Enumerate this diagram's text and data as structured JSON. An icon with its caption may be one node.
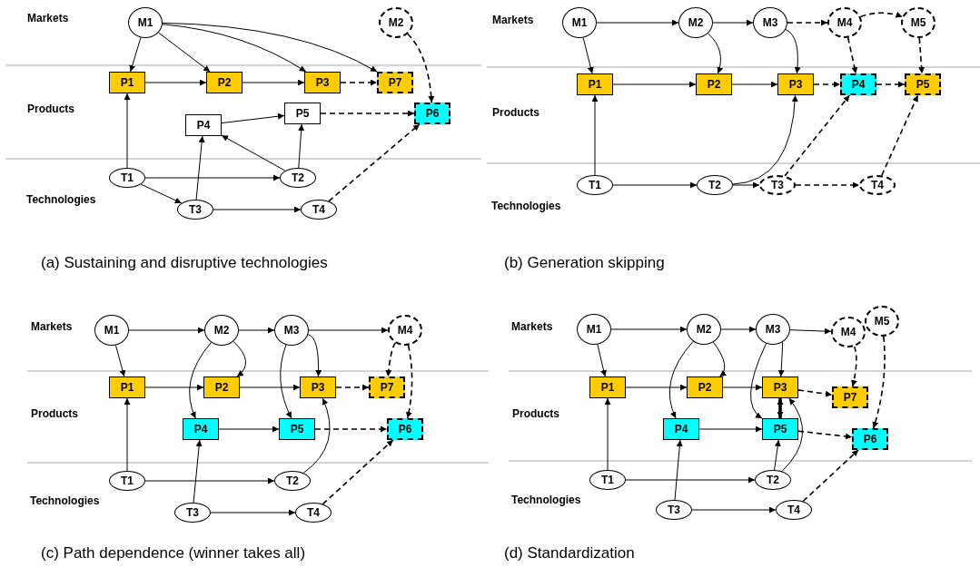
{
  "diagram": {
    "nodes": [
      {
        "text": [
          "M1"
        ]
      },
      {
        "text": [
          "M2"
        ]
      },
      {
        "text": [
          "P1"
        ]
      },
      {
        "text": [
          "P2"
        ]
      },
      {
        "text": [
          "P3"
        ]
      },
      {
        "text": [
          "P7"
        ]
      },
      {
        "text": [
          "P4"
        ]
      },
      {
        "text": [
          "P5"
        ]
      },
      {
        "text": [
          "P6"
        ]
      },
      {
        "text": [
          "T1"
        ]
      },
      {
        "text": [
          "T2"
        ]
      },
      {
        "text": [
          "T3"
        ]
      },
      {
        "text": [
          "T4"
        ]
      },
      {
        "text": [
          "M1"
        ]
      },
      {
        "text": [
          "M2"
        ]
      },
      {
        "text": [
          "M3"
        ]
      },
      {
        "text": [
          "M4"
        ]
      },
      {
        "text": [
          "M5"
        ]
      },
      {
        "text": [
          "P1"
        ]
      },
      {
        "text": [
          "P2"
        ]
      },
      {
        "text": [
          "P3"
        ]
      },
      {
        "text": [
          "P4"
        ]
      },
      {
        "text": [
          "P5"
        ]
      },
      {
        "text": [
          "T1"
        ]
      },
      {
        "text": [
          "T2"
        ]
      },
      {
        "text": [
          "T3"
        ]
      },
      {
        "text": [
          "T4"
        ]
      },
      {
        "text": [
          "M1"
        ]
      },
      {
        "text": [
          "M2"
        ]
      },
      {
        "text": [
          "M3"
        ]
      },
      {
        "text": [
          "M4"
        ]
      },
      {
        "text": [
          "P1"
        ]
      },
      {
        "text": [
          "P2"
        ]
      },
      {
        "text": [
          "P3"
        ]
      },
      {
        "text": [
          "P7"
        ]
      },
      {
        "text": [
          "P4"
        ]
      },
      {
        "text": [
          "P5"
        ]
      },
      {
        "text": [
          "P6"
        ]
      },
      {
        "text": [
          "T1"
        ]
      },
      {
        "text": [
          "T2"
        ]
      },
      {
        "text": [
          "T3"
        ]
      },
      {
        "text": [
          "T4"
        ]
      },
      {
        "text": [
          "M1"
        ]
      },
      {
        "text": [
          "M2"
        ]
      },
      {
        "text": [
          "M3"
        ]
      },
      {
        "text": [
          "M4"
        ]
      },
      {
        "text": [
          "M5"
        ]
      },
      {
        "text": [
          "P1"
        ]
      },
      {
        "text": [
          "P2"
        ]
      },
      {
        "text": [
          "P3"
        ]
      },
      {
        "text": [
          "P7"
        ]
      },
      {
        "text": [
          "P4"
        ]
      },
      {
        "text": [
          "P5"
        ]
      },
      {
        "text": [
          "P6"
        ]
      },
      {
        "text": [
          "T1"
        ]
      },
      {
        "text": [
          "T2"
        ]
      },
      {
        "text": [
          "T3"
        ]
      },
      {
        "text": [
          "T4"
        ]
      }
    ],
    "edges": [
      {
        "from": 0,
        "to": 2,
        "arrow": "to"
      },
      {
        "from": 0,
        "to": 3,
        "arrow": "to"
      },
      {
        "from": 0,
        "to": 4,
        "arrow": "to"
      },
      {
        "from": 0,
        "to": 5,
        "arrow": "to"
      },
      {
        "from": 1,
        "to": 8,
        "arrow": "to",
        "style": "dashed"
      },
      {
        "from": 2,
        "to": 3,
        "arrow": "to"
      },
      {
        "from": 3,
        "to": 4,
        "arrow": "to"
      },
      {
        "from": 4,
        "to": 5,
        "arrow": "to",
        "style": "dashed"
      },
      {
        "from": 6,
        "to": 7,
        "arrow": "to"
      },
      {
        "from": 7,
        "to": 8,
        "arrow": "to",
        "style": "dashed"
      },
      {
        "from": 9,
        "to": 2,
        "arrow": "to"
      },
      {
        "from": 9,
        "to": 10,
        "arrow": "to"
      },
      {
        "from": 9,
        "to": 11,
        "arrow": "to"
      },
      {
        "from": 11,
        "to": 6,
        "arrow": "to"
      },
      {
        "from": 10,
        "to": 6,
        "arrow": "to"
      },
      {
        "from": 10,
        "to": 7,
        "arrow": "to"
      },
      {
        "from": 11,
        "to": 12,
        "arrow": "to"
      },
      {
        "from": 12,
        "to": 8,
        "arrow": "to",
        "style": "dashed"
      },
      {
        "from": 13,
        "to": 14,
        "arrow": "to"
      },
      {
        "from": 14,
        "to": 15,
        "arrow": "to"
      },
      {
        "from": 15,
        "to": 16,
        "arrow": "to",
        "style": "dashed"
      },
      {
        "from": 16,
        "to": 17,
        "arrow": "to",
        "style": "dashed"
      },
      {
        "from": 13,
        "to": 18,
        "arrow": "to"
      },
      {
        "from": 14,
        "to": 19,
        "arrow": "to"
      },
      {
        "from": 15,
        "to": 20,
        "arrow": "to"
      },
      {
        "from": 16,
        "to": 21,
        "arrow": "to",
        "style": "dashed"
      },
      {
        "from": 17,
        "to": 22,
        "arrow": "to",
        "style": "dashed"
      },
      {
        "from": 18,
        "to": 19,
        "arrow": "to"
      },
      {
        "from": 19,
        "to": 20,
        "arrow": "to"
      },
      {
        "from": 20,
        "to": 21,
        "arrow": "to",
        "style": "dashed"
      },
      {
        "from": 21,
        "to": 22,
        "arrow": "to",
        "style": "dashed"
      },
      {
        "from": 23,
        "to": 18,
        "arrow": "to"
      },
      {
        "from": 23,
        "to": 24,
        "arrow": "to"
      },
      {
        "from": 24,
        "to": 25,
        "arrow": "to"
      },
      {
        "from": 24,
        "to": 20,
        "arrow": "to"
      },
      {
        "from": 25,
        "to": 26,
        "arrow": "to",
        "style": "dashed"
      },
      {
        "from": 25,
        "to": 21,
        "arrow": "to",
        "style": "dashed"
      },
      {
        "from": 26,
        "to": 22,
        "arrow": "to",
        "style": "dashed"
      },
      {
        "from": 27,
        "to": 28,
        "arrow": "to"
      },
      {
        "from": 28,
        "to": 29,
        "arrow": "to"
      },
      {
        "from": 29,
        "to": 30,
        "arrow": "to"
      },
      {
        "from": 27,
        "to": 31,
        "arrow": "to"
      },
      {
        "from": 28,
        "to": 32,
        "arrow": "to"
      },
      {
        "from": 28,
        "to": 35,
        "arrow": "to"
      },
      {
        "from": 29,
        "to": 33,
        "arrow": "to"
      },
      {
        "from": 29,
        "to": 36,
        "arrow": "to"
      },
      {
        "from": 30,
        "to": 34,
        "arrow": "to",
        "style": "dashed"
      },
      {
        "from": 30,
        "to": 37,
        "arrow": "to",
        "style": "dashed"
      },
      {
        "from": 31,
        "to": 32,
        "arrow": "to"
      },
      {
        "from": 32,
        "to": 33,
        "arrow": "to"
      },
      {
        "from": 33,
        "to": 34,
        "arrow": "to",
        "style": "dashed"
      },
      {
        "from": 35,
        "to": 36,
        "arrow": "to"
      },
      {
        "from": 36,
        "to": 37,
        "arrow": "to",
        "style": "dashed"
      },
      {
        "from": 38,
        "to": 31,
        "arrow": "to"
      },
      {
        "from": 38,
        "to": 39,
        "arrow": "to"
      },
      {
        "from": 39,
        "to": 33,
        "arrow": "to"
      },
      {
        "from": 40,
        "to": 35,
        "arrow": "to"
      },
      {
        "from": 40,
        "to": 41,
        "arrow": "to"
      },
      {
        "from": 41,
        "to": 37,
        "arrow": "to",
        "style": "dashed"
      },
      {
        "from": 42,
        "to": 43,
        "arrow": "to"
      },
      {
        "from": 43,
        "to": 44,
        "arrow": "to"
      },
      {
        "from": 44,
        "to": 45,
        "arrow": "to"
      },
      {
        "from": 42,
        "to": 47,
        "arrow": "to"
      },
      {
        "from": 43,
        "to": 48,
        "arrow": "to"
      },
      {
        "from": 43,
        "to": 51,
        "arrow": "to"
      },
      {
        "from": 44,
        "to": 49,
        "arrow": "to"
      },
      {
        "from": 44,
        "to": 52,
        "arrow": "to"
      },
      {
        "from": 45,
        "to": 50,
        "arrow": "to",
        "style": "dashed"
      },
      {
        "from": 46,
        "to": 53,
        "arrow": "to",
        "style": "dashed"
      },
      {
        "from": 47,
        "to": 48,
        "arrow": "to"
      },
      {
        "from": 48,
        "to": 49,
        "arrow": "to"
      },
      {
        "from": 49,
        "to": 50,
        "arrow": "to",
        "style": "dashed"
      },
      {
        "from": 49,
        "to": 52,
        "arrow": "both",
        "style": "thick"
      },
      {
        "from": 51,
        "to": 52,
        "arrow": "to"
      },
      {
        "from": 52,
        "to": 53,
        "arrow": "to",
        "style": "dashed"
      },
      {
        "from": 54,
        "to": 47,
        "arrow": "to"
      },
      {
        "from": 54,
        "to": 55,
        "arrow": "to"
      },
      {
        "from": 55,
        "to": 52,
        "arrow": "to"
      },
      {
        "from": 55,
        "to": 49,
        "arrow": "to"
      },
      {
        "from": 56,
        "to": 51,
        "arrow": "to"
      },
      {
        "from": 56,
        "to": 57,
        "arrow": "to"
      },
      {
        "from": 57,
        "to": 53,
        "arrow": "to",
        "style": "dashed"
      }
    ],
    "labels": [
      "Markets",
      "Products",
      "Technologies",
      "Markets",
      "Products",
      "Technologies",
      "(a) Sustaining and disruptive technologies",
      "(b) Generation skipping",
      "Markets",
      "Products",
      "Technologies",
      "Markets",
      "Products",
      "Technologies",
      "(c) Path dependence (winner takes all)",
      "(d) Standardization"
    ]
  }
}
